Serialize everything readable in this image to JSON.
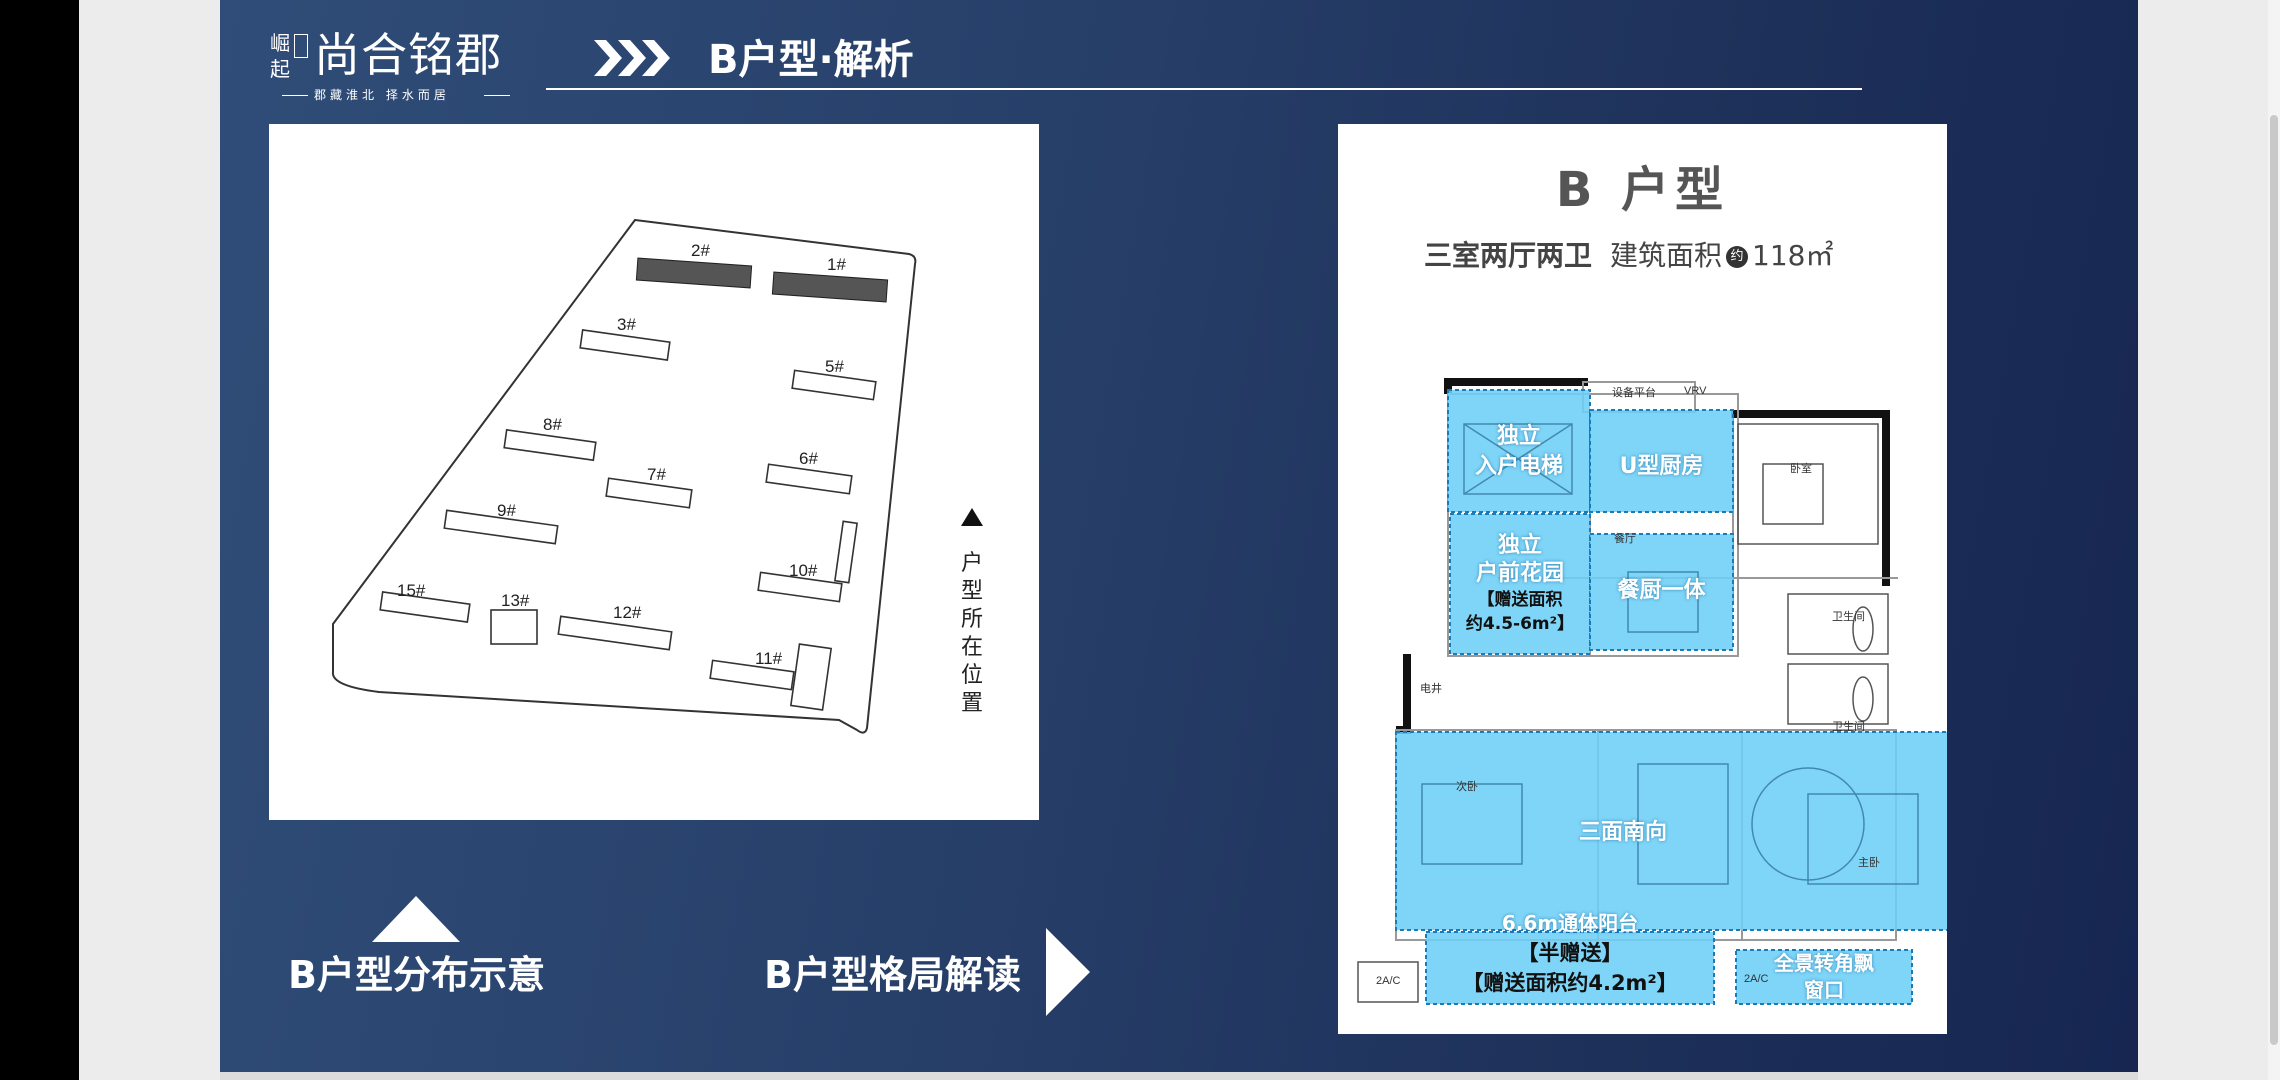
{
  "header": {
    "logo_small": "崛起",
    "logo_main": "尚合铭郡",
    "logo_tagline": "郡藏淮北 择水而居",
    "title": "B户型·解析"
  },
  "site_plan": {
    "buildings": [
      "1#",
      "2#",
      "3#",
      "5#",
      "6#",
      "7#",
      "8#",
      "9#",
      "10#",
      "11#",
      "12#",
      "13#",
      "15#"
    ],
    "legend_text": "户型所在位置"
  },
  "floor_plan": {
    "title": "B 户型",
    "layout": "三室两厅两卫",
    "area_label": "建筑面积",
    "area_circle": "约",
    "area_value": "118㎡",
    "highlights": {
      "elevator_1": "独立",
      "elevator_2": "入户电梯",
      "kitchen": "U型厨房",
      "garden_1": "独立",
      "garden_2": "户前花园",
      "garden_3": "【赠送面积",
      "garden_4": "约4.5-6m²】",
      "dining": "餐厨一体",
      "south": "三面南向",
      "balcony": "6.6m通体阳台",
      "half_gift": "【半赠送】",
      "gift_area": "【赠送面积约4.2m²】",
      "window_1": "全景转角飘",
      "window_2": "窗口"
    },
    "rooms": {
      "equipment": "设备平台",
      "vrv": "VRV",
      "bedroom": "卧室",
      "bath1": "卫生间",
      "bath2": "卫生间",
      "shaft": "电井",
      "second_bedroom": "次卧",
      "master": "主卧",
      "ac_left": "2A/C",
      "ac_right": "2A/C",
      "dining_room": "餐厅"
    }
  },
  "labels": {
    "distribution": "B户型分布示意",
    "layout_read": "B户型格局解读"
  }
}
